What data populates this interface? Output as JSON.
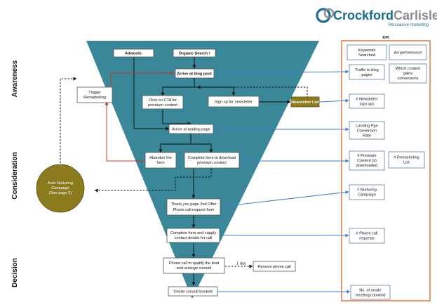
{
  "logo": {
    "name_part1": "Crockford",
    "name_part2": "Carlisle",
    "tagline": "Persuasive marketing",
    "brand_color": "#1a6d8a",
    "accent_color": "#8a8f96"
  },
  "colors": {
    "funnel": "#3a8799",
    "newsletter_fill": "#8c7a1e",
    "nurture_fill": "#8c7a1e",
    "kpi_border": "#e07a45",
    "blue_arrow": "#3f7fc1",
    "red_arrow": "#c0392b"
  },
  "stages": {
    "awareness": "Awareness",
    "consideration": "Consideration",
    "decision": "Decision"
  },
  "nodes": {
    "adwords": "Adwords",
    "organic": "Organic Search /",
    "blog": "Arrive at blog post",
    "trigger": [
      "Trigger",
      "Remarketing"
    ],
    "cta": [
      "Click on CTA for",
      "premium content"
    ],
    "signup": "Sign up for newsletter",
    "newsletter_list": "Newsletter List",
    "landing": "Arrive at landing page",
    "abandon": [
      "Abandon the",
      "form"
    ],
    "complete_form": [
      "Complete form to download",
      "premium content"
    ],
    "nurture": [
      "Auto Nurturing",
      "Campaign",
      "(See page 2)"
    ],
    "thankyou": [
      "Thank you page 2nd Offer",
      "Phone call request form"
    ],
    "supply": [
      "Complete form and supply",
      "contact details for call"
    ],
    "qualify": [
      "Phone call to qualify the lead",
      "and arrange consult"
    ],
    "one_day": "1 day",
    "receive_call": "Receive phone call",
    "onsite": "Onsite consult booked"
  },
  "kpi": {
    "title": "KPI",
    "searched": [
      "Keywords",
      "Searched"
    ],
    "ad_performance": "Ad performance",
    "traffic": [
      "Traffic to blog",
      "pages"
    ],
    "which_content": [
      "Which content",
      "gains",
      "conversions"
    ],
    "newsletter_signups": [
      "# Newsletter",
      "sign ups"
    ],
    "landing_rate": [
      "Landing Pge",
      "Conversion",
      "Rate"
    ],
    "premium": [
      "# Premium",
      "Content (s)",
      "downloaded"
    ],
    "remarketing": [
      "# Remarketing",
      "List"
    ],
    "nurturing": [
      "# Nurturing",
      "Campaign"
    ],
    "phone_requests": [
      "# Phone call",
      "requests"
    ],
    "onsite_meetings": [
      "No. of onsite",
      "meetings booked"
    ]
  }
}
